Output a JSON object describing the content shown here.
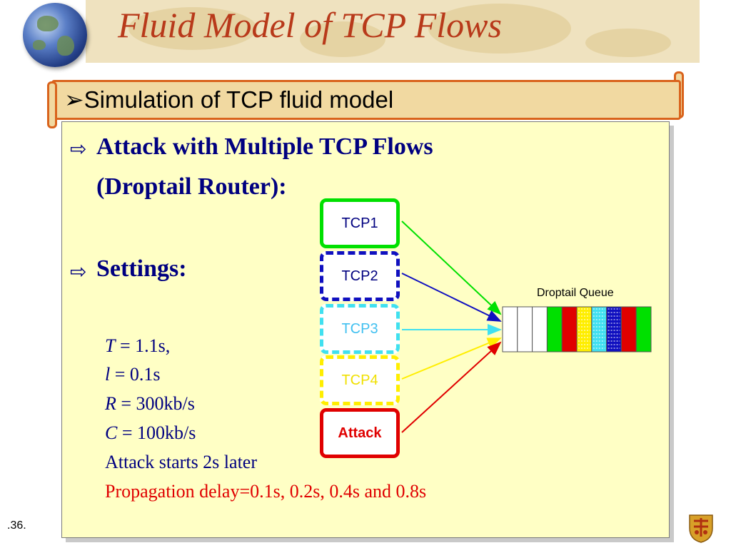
{
  "title": "Fluid Model of TCP Flows",
  "banner": {
    "marker": "➢",
    "text": "Simulation of TCP fluid model"
  },
  "bullets": [
    {
      "icon": "hollow-arrow-icon",
      "line1": "Attack with Multiple TCP Flows",
      "line2": "(Droptail Router):"
    },
    {
      "icon": "hollow-arrow-icon",
      "line1": "Settings:"
    }
  ],
  "settings": [
    {
      "var": "T",
      "rest": " = 1.1s,"
    },
    {
      "var": "l",
      "rest": " = 0.1s"
    },
    {
      "var": "R",
      "rest": " = 300kb/s"
    },
    {
      "var": "C",
      "rest": " = 100kb/s"
    },
    {
      "var": "",
      "rest": "Attack starts 2s later"
    },
    {
      "var": "",
      "rest": "Propagation delay=0.1s, 0.2s, 0.4s and 0.8s"
    }
  ],
  "flows": [
    {
      "label": "TCP1",
      "color": "#00e000",
      "style": "solid"
    },
    {
      "label": "TCP2",
      "color": "#1010c0",
      "style": "dashed"
    },
    {
      "label": "TCP3",
      "color": "#40e0f0",
      "style": "dashed"
    },
    {
      "label": "TCP4",
      "color": "#ffee00",
      "style": "dashed"
    },
    {
      "label": "Attack",
      "color": "#e00000",
      "style": "solid"
    }
  ],
  "queue": {
    "label": "Droptail Queue",
    "slots": [
      "#ffffff",
      "#ffffff",
      "#ffffff",
      "#00e000",
      "#e00000",
      "#ffee00",
      "#40e0f0",
      "#1010c0",
      "#e00000",
      "#00e000"
    ]
  },
  "slide_number": ".36."
}
